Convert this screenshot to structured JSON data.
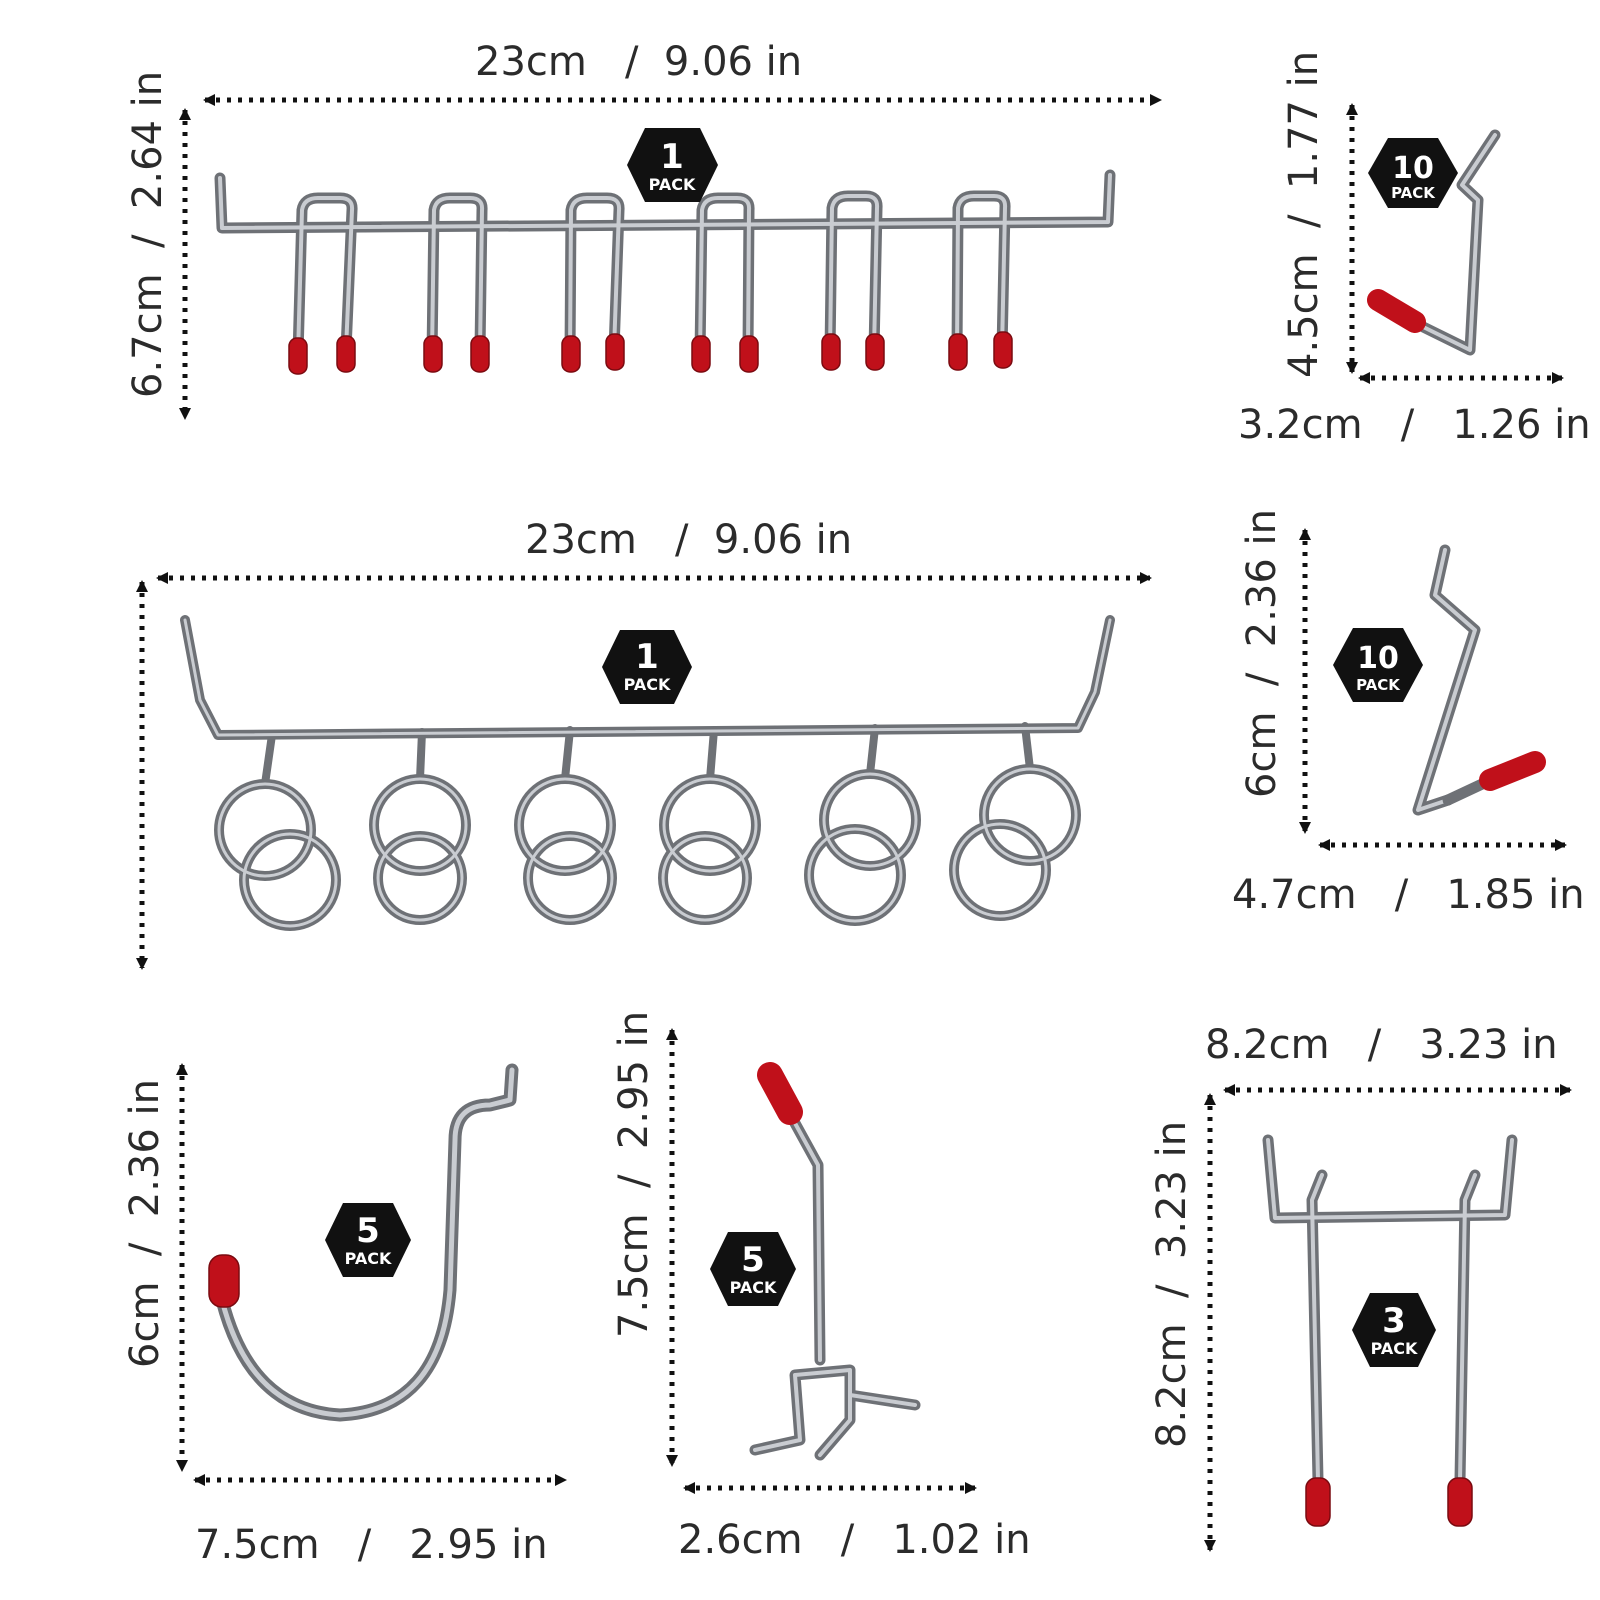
{
  "colors": {
    "metal": "#b5b8bd",
    "metal_dark": "#6e7176",
    "tip": "#c0101a",
    "badge": "#111111",
    "text": "#2b2b2b"
  },
  "pack_label": "PACK",
  "items": {
    "bar_rack": {
      "width": "23cm   /  9.06 in",
      "height": "6.7cm  /  2.64 in",
      "pack": "1"
    },
    "small_hook": {
      "width": "3.2cm   /   1.26 in",
      "height": "4.5cm  /  1.77 in",
      "pack": "10"
    },
    "ring_rack": {
      "width": "23cm   /  9.06 in",
      "pack": "1"
    },
    "angled_hook": {
      "width": "4.7cm   /   1.85 in",
      "height": "6cm  /  2.36 in",
      "pack": "10"
    },
    "j_hook": {
      "width": "7.5cm   /   2.95 in",
      "height": "6cm  /  2.36 in",
      "pack": "5"
    },
    "tool_hook": {
      "width": "2.6cm   /   1.02 in",
      "height": "7.5cm  /  2.95 in",
      "pack": "5"
    },
    "double_hook": {
      "width": "8.2cm   /   3.23 in",
      "height": "8.2cm  /  3.23 in",
      "pack": "3"
    }
  }
}
